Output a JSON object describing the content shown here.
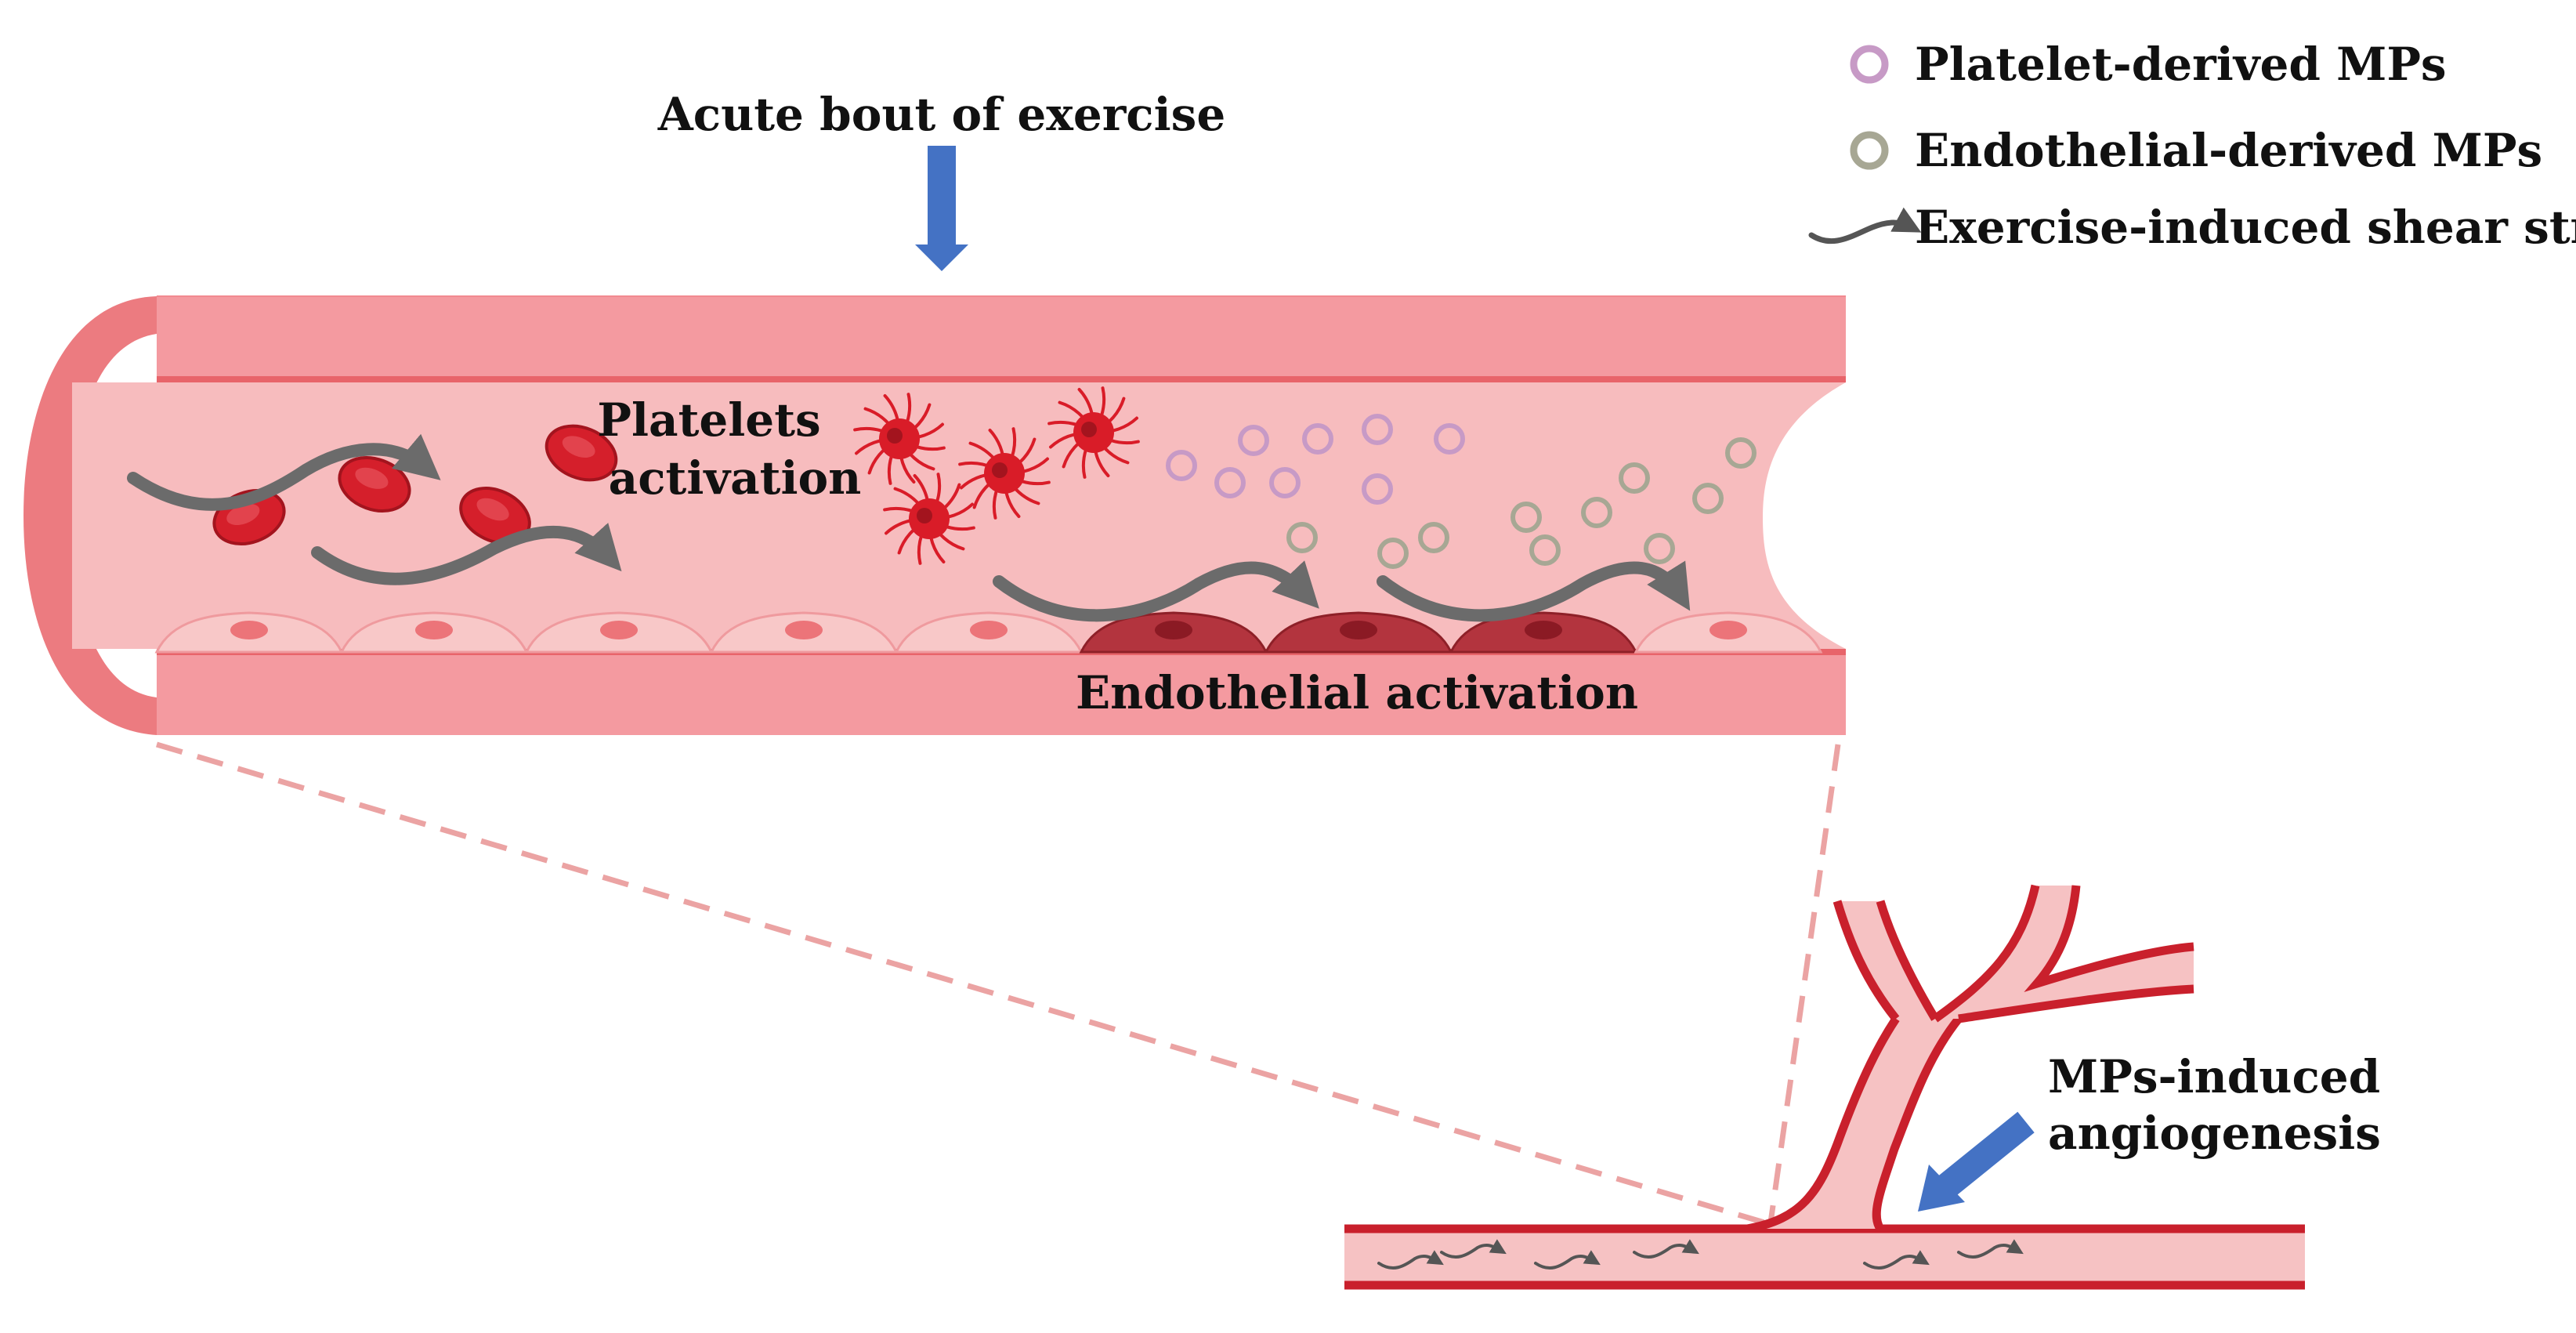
{
  "labels": {
    "acute_exercise": "Acute bout of exercise",
    "platelets_line1": "Platelets",
    "platelets_line2": "activation",
    "endothelial_activation": "Endothelial activation",
    "angiogenesis_line1": "MPs-induced",
    "angiogenesis_line2": "angiogenesis"
  },
  "legend": {
    "platelet_mps": "Platelet-derived MPs",
    "endothelial_mps": "Endothelial-derived MPs",
    "shear_stress": "Exercise-induced shear stress"
  },
  "colors": {
    "vessel_wall": "#f49aa0",
    "vessel_lumen": "#f7bcbe",
    "vessel_edge": "#e8646a",
    "red_cell": "#d51f2b",
    "platelet": "#d91c28",
    "platelet_mp": "#c79ac6",
    "endothelial_mp": "#a7a794",
    "activated_cell": "#b3343e",
    "shear_arrow": "#6b6b6b",
    "pointer_arrow": "#4472c4",
    "capillary_wall": "#c9202c"
  }
}
